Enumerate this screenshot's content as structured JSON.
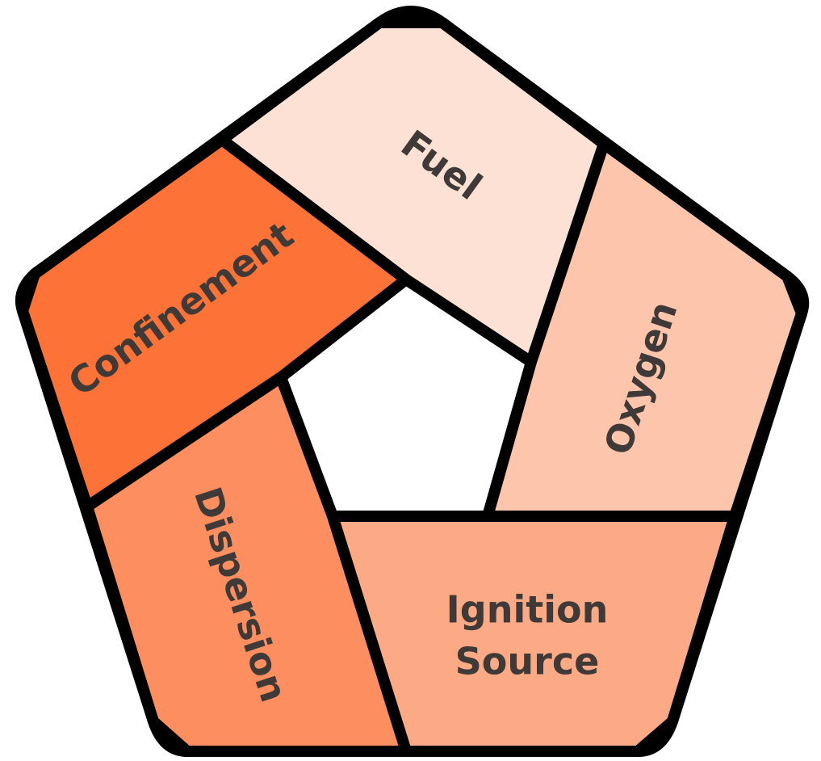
{
  "diagram": {
    "segments": [
      {
        "id": "fuel",
        "label": "Fuel",
        "color": "#fde1d5"
      },
      {
        "id": "oxygen",
        "label": "Oxygen",
        "color": "#fdc5ac"
      },
      {
        "id": "ignition",
        "label_line1": "Ignition",
        "label_line2": "Source",
        "color": "#fcaa86"
      },
      {
        "id": "dispersion",
        "label": "Dispersion",
        "color": "#fd8e5f"
      },
      {
        "id": "confinement",
        "label": "Confinement",
        "color": "#fd7237"
      }
    ],
    "outline_color": "#000000",
    "text_color": "#3f3a38"
  }
}
